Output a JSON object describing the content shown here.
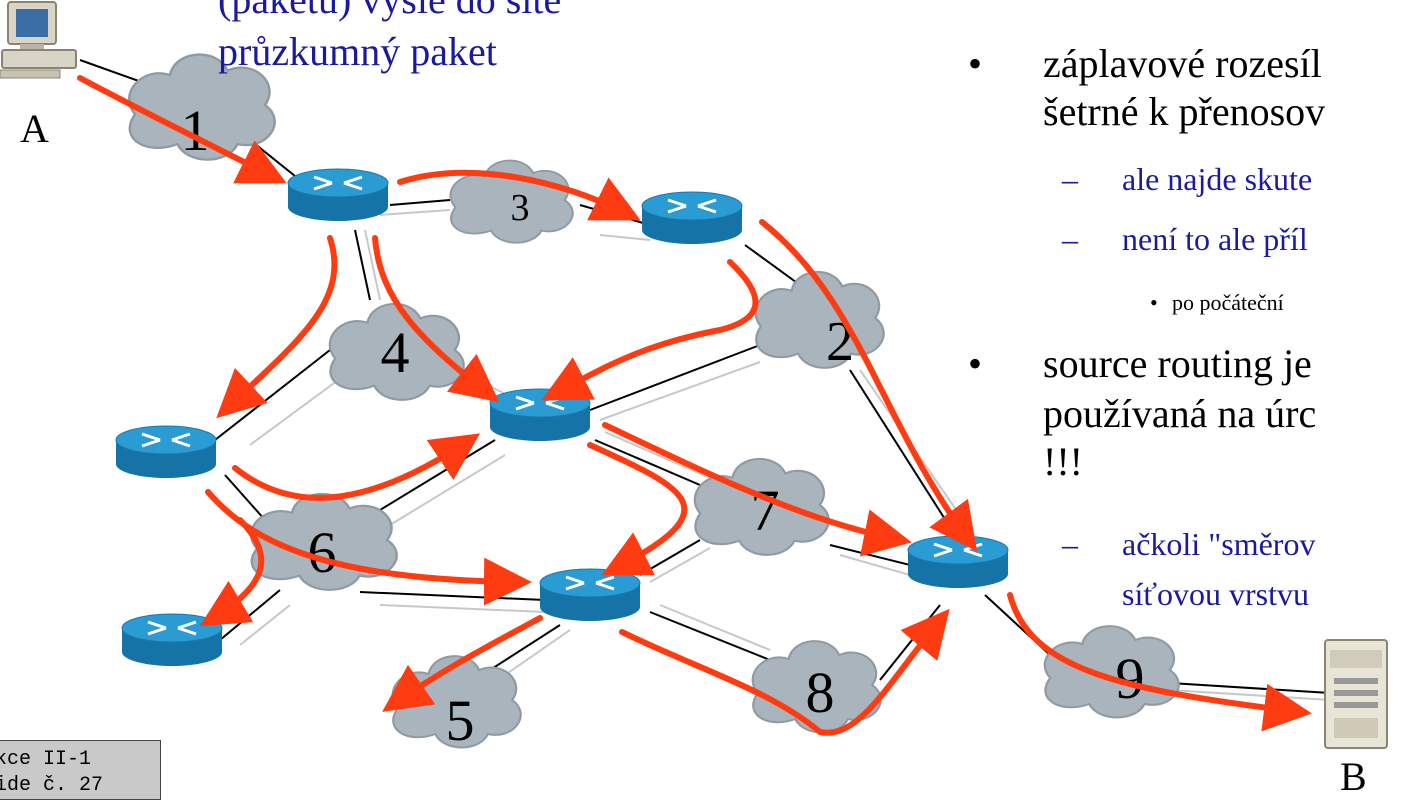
{
  "caption": {
    "line1": "(paketu) vyšle do sítě",
    "line2": "průzkumný paket"
  },
  "bullets": [
    {
      "id": "b1",
      "lines": [
        "záplavové rozesíl",
        "šetrné k přenosov"
      ]
    },
    {
      "id": "s1",
      "text": "ale najde skute"
    },
    {
      "id": "s2",
      "text": "není to ale příl"
    },
    {
      "id": "ss1",
      "text": "po počáteční"
    },
    {
      "id": "b2",
      "lines": [
        "source routing je",
        "používaná na úrc",
        "!!!"
      ]
    },
    {
      "id": "s3",
      "lines": [
        "ačkoli \"směrov",
        "síťovou vrstvu"
      ]
    }
  ],
  "hosts": {
    "a": "A",
    "b": "B"
  },
  "clouds": [
    "1",
    "2",
    "3",
    "4",
    "5",
    "6",
    "7",
    "8",
    "9"
  ],
  "footer": {
    "line1": "kce II-1",
    "line2": "ide č. 27"
  },
  "colors": {
    "path": "#ff3b12",
    "text_blue": "#1a1a9e",
    "cloud": "#aab4bc",
    "router": "#1f8fc4"
  }
}
